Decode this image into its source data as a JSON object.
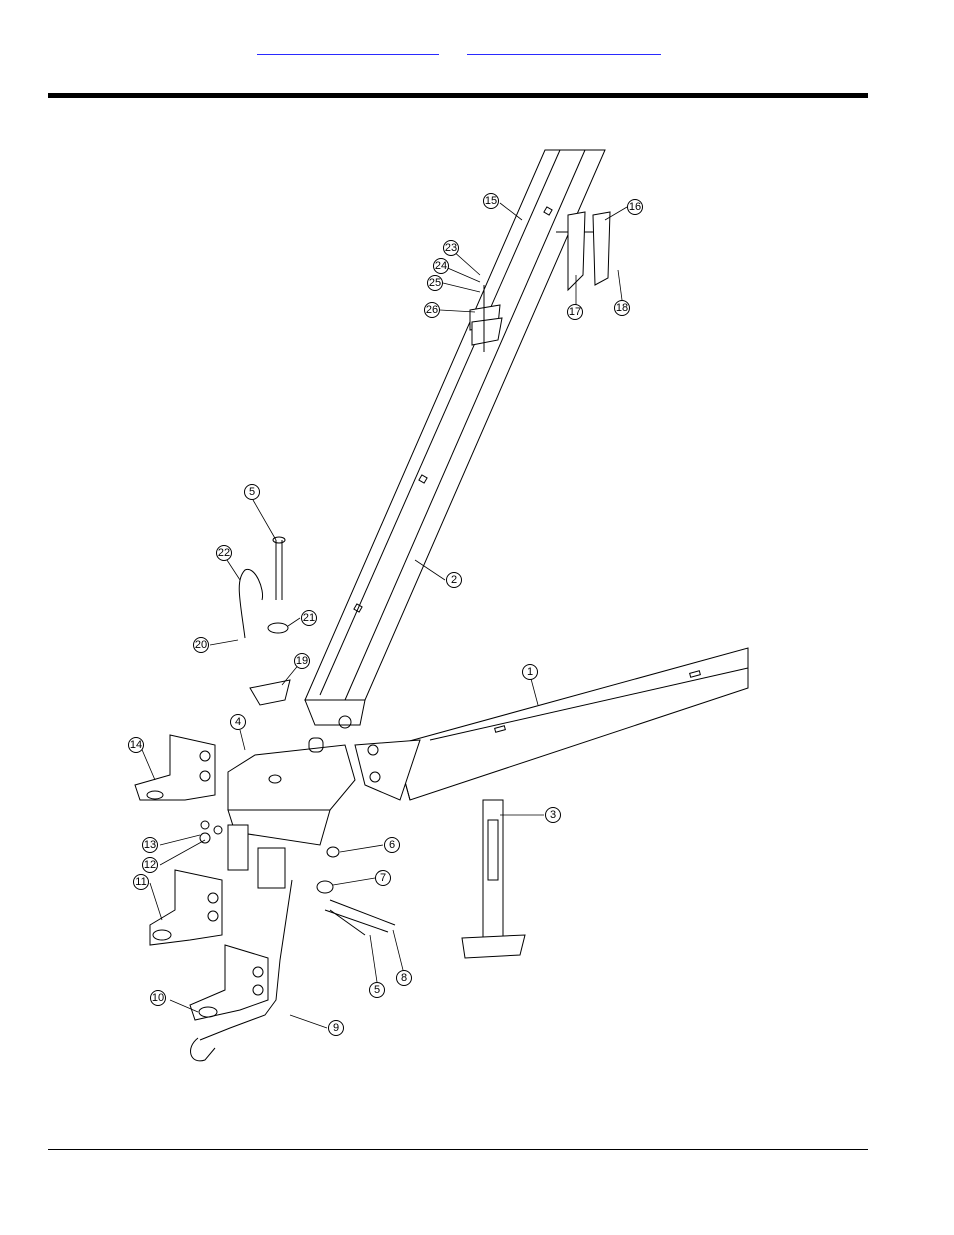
{
  "header": {
    "links": [
      "",
      ""
    ]
  },
  "diagram": {
    "callouts": [
      "1",
      "2",
      "3",
      "4",
      "5",
      "5",
      "6",
      "7",
      "8",
      "9",
      "10",
      "11",
      "12",
      "13",
      "14",
      "15",
      "16",
      "17",
      "18",
      "19",
      "20",
      "21",
      "22",
      "23",
      "24",
      "25",
      "26"
    ]
  }
}
